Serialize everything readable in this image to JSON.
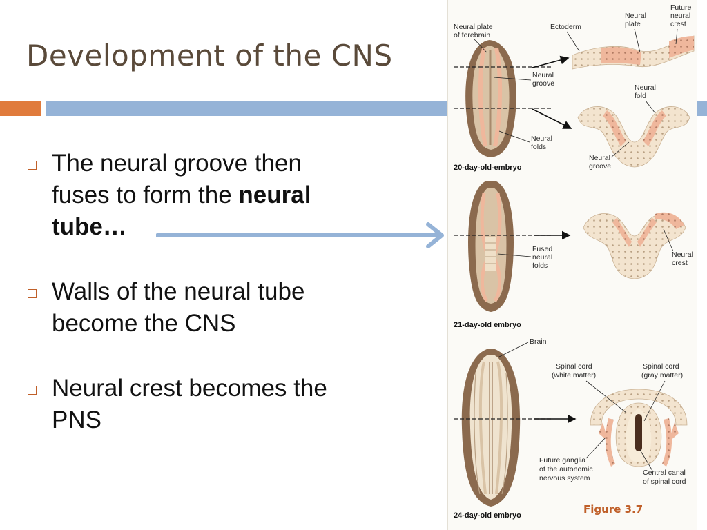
{
  "slide": {
    "title": "Development of the CNS",
    "bullets": [
      {
        "line1": "The neural groove then",
        "line2_pre": "fuses to form the ",
        "line2_bold": "neural",
        "line3_bold": "tube…"
      },
      {
        "line1": "Walls of the neural tube",
        "line2": "become the CNS"
      },
      {
        "line1": "Neural crest becomes the",
        "line2": "PNS"
      }
    ]
  },
  "figure": {
    "caption": "Figure 3.7",
    "labels": {
      "neural_plate_forebrain_1": "Neural plate",
      "neural_plate_forebrain_2": "of forebrain",
      "ectoderm": "Ectoderm",
      "neural_plate_1": "Neural",
      "neural_plate_2": "plate",
      "future_crest_1": "Future",
      "future_crest_2": "neural",
      "future_crest_3": "crest",
      "neural_groove_a_1": "Neural",
      "neural_groove_a_2": "groove",
      "neural_fold_1": "Neural",
      "neural_fold_2": "fold",
      "neural_folds_1": "Neural",
      "neural_folds_2": "folds",
      "neural_groove_b_1": "Neural",
      "neural_groove_b_2": "groove",
      "day20": "20-day-old-embryo",
      "fused_1": "Fused",
      "fused_2": "neural",
      "fused_3": "folds",
      "neural_crest_1": "Neural",
      "neural_crest_2": "crest",
      "day21": "21-day-old embryo",
      "brain": "Brain",
      "sc_white_1": "Spinal cord",
      "sc_white_2": "(white matter)",
      "sc_gray_1": "Spinal cord",
      "sc_gray_2": "(gray matter)",
      "ganglia_1": "Future ganglia",
      "ganglia_2": "of the autonomic",
      "ganglia_3": "nervous system",
      "canal_1": "Central canal",
      "canal_2": "of spinal cord",
      "day24": "24-day-old embryo"
    }
  },
  "colors": {
    "title": "#5a4a3a",
    "accent_orange": "#e07b3c",
    "accent_blue": "#95b3d7",
    "tissue_tan": "#f3e4cf",
    "tissue_pink": "#efb79c",
    "embryo_brown": "#8b6a4e"
  }
}
